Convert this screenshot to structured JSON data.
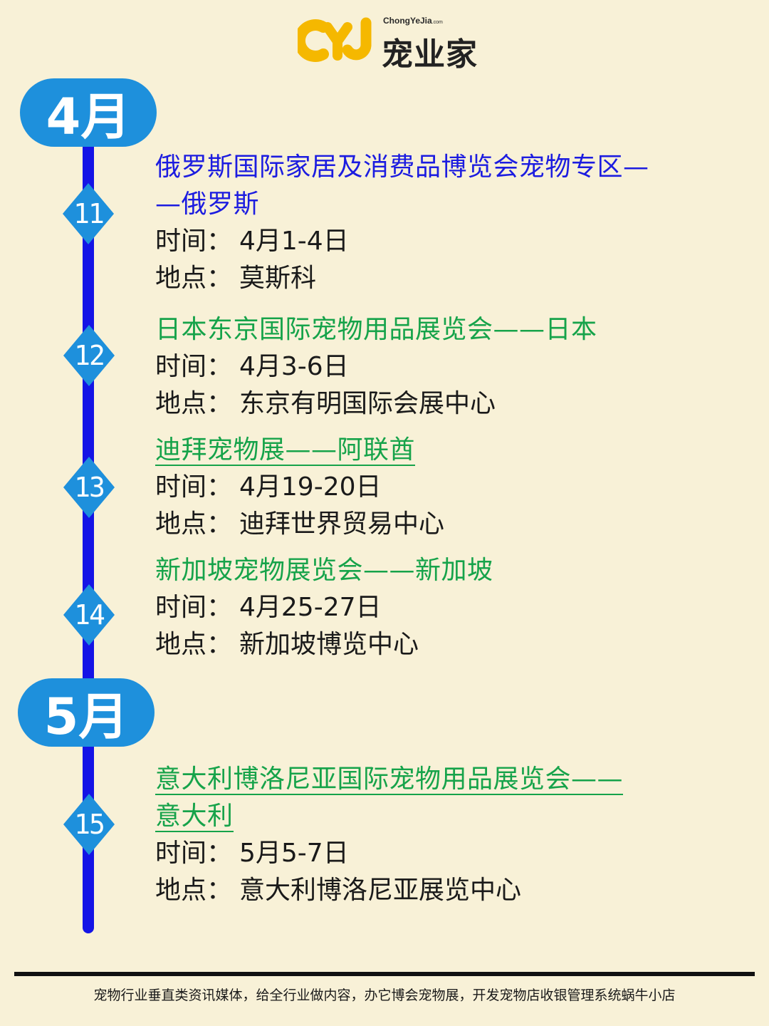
{
  "brand": {
    "name_en": "ChongYeJia",
    "name_en_suffix": ".com",
    "name_cn": "宠业家"
  },
  "months": [
    {
      "label": "4月"
    },
    {
      "label": "5月"
    }
  ],
  "labels": {
    "time": "时间：",
    "place": "地点："
  },
  "events": [
    {
      "number": "11",
      "title_l1": "俄罗斯国际家居及消费品博览会宠物专区—",
      "title_l2": "—俄罗斯",
      "time": "4月1-4日",
      "place": "莫斯科"
    },
    {
      "number": "12",
      "title_l1": "日本东京国际宠物用品展览会——日本",
      "time": "4月3-6日",
      "place": "东京有明国际会展中心"
    },
    {
      "number": "13",
      "title_l1": "迪拜宠物展——阿联酋",
      "time": "4月19-20日",
      "place": "迪拜世界贸易中心"
    },
    {
      "number": "14",
      "title_l1": "新加坡宠物展览会——新加坡",
      "time": "4月25-27日",
      "place": "新加坡博览中心"
    },
    {
      "number": "15",
      "title_l1": "意大利博洛尼亚国际宠物用品展览会——",
      "title_l2": "意大利",
      "time": "5月5-7日",
      "place": "意大利博洛尼亚展览中心"
    }
  ],
  "footer": {
    "text": "宠物行业垂直类资讯媒体，给全行业做内容，办它博会宠物展，开发宠物店收银管理系统蜗牛小店"
  }
}
